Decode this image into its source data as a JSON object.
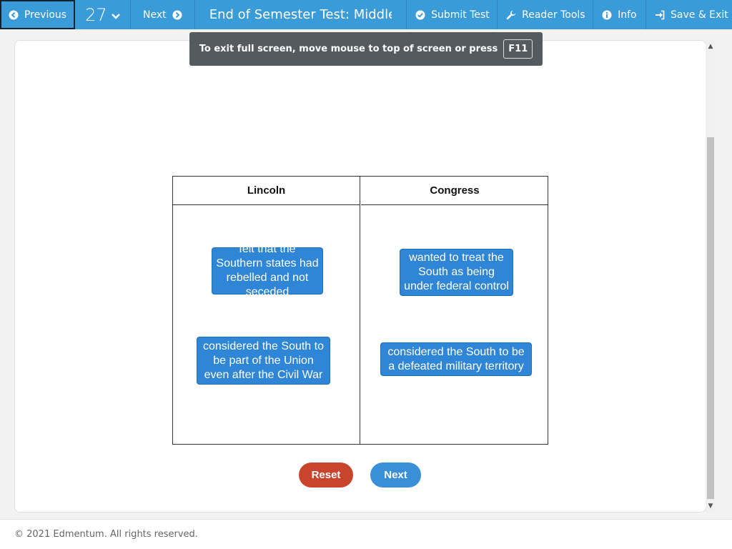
{
  "toolbar": {
    "previous_label": "Previous",
    "question_number": "27",
    "next_label": "Next",
    "test_title": "End of Semester Test: Middle Sc",
    "submit_label": "Submit Test",
    "reader_tools_label": "Reader Tools",
    "info_label": "Info",
    "save_exit_label": "Save & Exit"
  },
  "fullscreen_notice": {
    "text": "To exit full screen, move mouse to top of screen or press",
    "key": "F11"
  },
  "table": {
    "columns": [
      "Lincoln",
      "Congress"
    ],
    "lincoln_items": [
      "felt that the Southern states had rebelled and not seceded",
      "considered the South to be part of the Union even after the Civil War"
    ],
    "congress_items": [
      "wanted to treat the South as being under federal control",
      "considered the South to be a defeated military territory"
    ]
  },
  "actions": {
    "reset_label": "Reset",
    "next_label": "Next"
  },
  "footer": {
    "copyright": "© 2021 Edmentum. All rights reserved."
  },
  "colors": {
    "toolbar": "#3a9bd9",
    "chip": "#2f86d6",
    "reset": "#c9442c",
    "next": "#3a8fd9"
  }
}
